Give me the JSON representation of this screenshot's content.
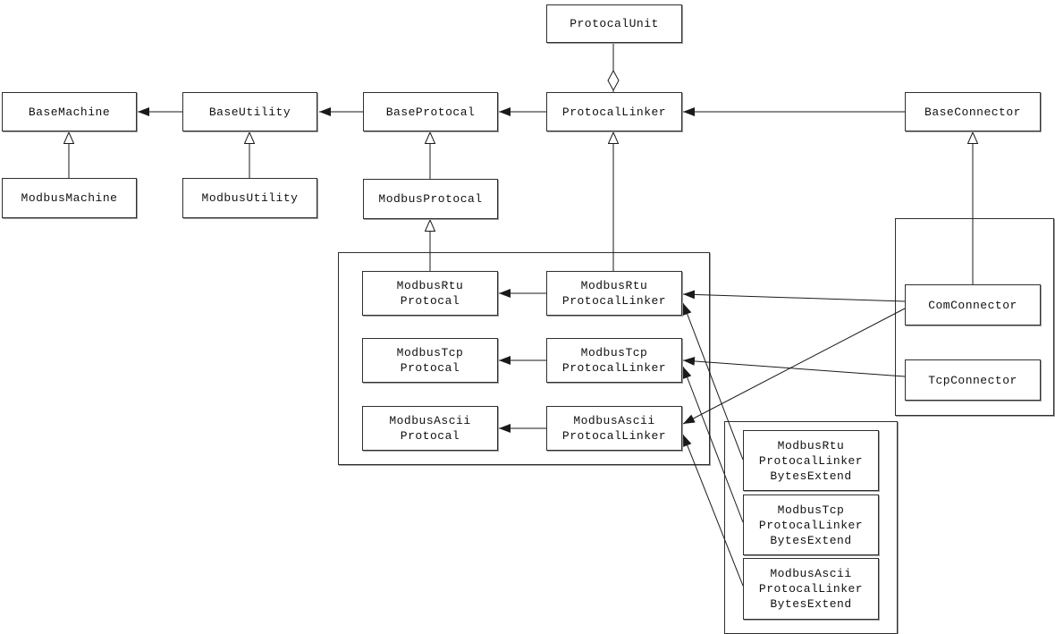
{
  "nodes": {
    "protocalUnit": {
      "label": "ProtocalUnit"
    },
    "baseMachine": {
      "label": "BaseMachine"
    },
    "baseUtility": {
      "label": "BaseUtility"
    },
    "baseProtocal": {
      "label": "BaseProtocal"
    },
    "protocalLinker": {
      "label": "ProtocalLinker"
    },
    "baseConnector": {
      "label": "BaseConnector"
    },
    "modbusMachine": {
      "label": "ModbusMachine"
    },
    "modbusUtility": {
      "label": "ModbusUtility"
    },
    "modbusProtocal": {
      "label": "ModbusProtocal"
    },
    "modbusRtuProtocal": {
      "lines": [
        "ModbusRtu",
        "Protocal"
      ]
    },
    "modbusRtuProtocalLinker": {
      "lines": [
        "ModbusRtu",
        "ProtocalLinker"
      ]
    },
    "modbusTcpProtocal": {
      "lines": [
        "ModbusTcp",
        "Protocal"
      ]
    },
    "modbusTcpProtocalLinker": {
      "lines": [
        "ModbusTcp",
        "ProtocalLinker"
      ]
    },
    "modbusAsciiProtocal": {
      "lines": [
        "ModbusAscii",
        "Protocal"
      ]
    },
    "modbusAsciiProtocalLinker": {
      "lines": [
        "ModbusAscii",
        "ProtocalLinker"
      ]
    },
    "comConnector": {
      "label": "ComConnector"
    },
    "tcpConnector": {
      "label": "TcpConnector"
    },
    "rtuBytesExtend": {
      "lines": [
        "ModbusRtu",
        "ProtocalLinker",
        "BytesExtend"
      ]
    },
    "tcpBytesExtend": {
      "lines": [
        "ModbusTcp",
        "ProtocalLinker",
        "BytesExtend"
      ]
    },
    "asciiBytesExtend": {
      "lines": [
        "ModbusAscii",
        "ProtocalLinker",
        "BytesExtend"
      ]
    }
  },
  "edges": [
    {
      "from": "ProtocalUnit",
      "to": "ProtocalLinker",
      "type": "aggregation-diamond"
    },
    {
      "from": "BaseUtility",
      "to": "BaseMachine",
      "type": "arrow"
    },
    {
      "from": "BaseProtocal",
      "to": "BaseUtility",
      "type": "arrow"
    },
    {
      "from": "ProtocalLinker",
      "to": "BaseProtocal",
      "type": "arrow"
    },
    {
      "from": "BaseConnector",
      "to": "ProtocalLinker",
      "type": "arrow"
    },
    {
      "from": "ModbusMachine",
      "to": "BaseMachine",
      "type": "inheritance"
    },
    {
      "from": "ModbusUtility",
      "to": "BaseUtility",
      "type": "inheritance"
    },
    {
      "from": "ModbusProtocal",
      "to": "BaseProtocal",
      "type": "inheritance"
    },
    {
      "from": "ModbusRtuProtocal",
      "to": "ModbusProtocal",
      "type": "inheritance"
    },
    {
      "from": "ModbusRtuProtocalLinker",
      "to": "ProtocalLinker",
      "type": "inheritance"
    },
    {
      "from": "ComConnector",
      "to": "BaseConnector",
      "type": "inheritance"
    },
    {
      "from": "ModbusRtuProtocalLinker",
      "to": "ModbusRtuProtocal",
      "type": "arrow"
    },
    {
      "from": "ModbusTcpProtocalLinker",
      "to": "ModbusTcpProtocal",
      "type": "arrow"
    },
    {
      "from": "ModbusAsciiProtocalLinker",
      "to": "ModbusAsciiProtocal",
      "type": "arrow"
    },
    {
      "from": "ComConnector",
      "to": "ModbusRtuProtocalLinker",
      "type": "arrow"
    },
    {
      "from": "ComConnector",
      "to": "ModbusAsciiProtocalLinker",
      "type": "arrow"
    },
    {
      "from": "TcpConnector",
      "to": "ModbusTcpProtocalLinker",
      "type": "arrow"
    },
    {
      "from": "ModbusRtuProtocalLinkerBytesExtend",
      "to": "ModbusRtuProtocalLinker",
      "type": "arrow"
    },
    {
      "from": "ModbusTcpProtocalLinkerBytesExtend",
      "to": "ModbusTcpProtocalLinker",
      "type": "arrow"
    },
    {
      "from": "ModbusAsciiProtocalLinkerBytesExtend",
      "to": "ModbusAsciiProtocalLinker",
      "type": "arrow"
    }
  ],
  "colors": {
    "line": "#1a1a1a",
    "box_border": "#2f2f2f",
    "box_background": "#ffffff",
    "page_background": "#ffffff"
  }
}
